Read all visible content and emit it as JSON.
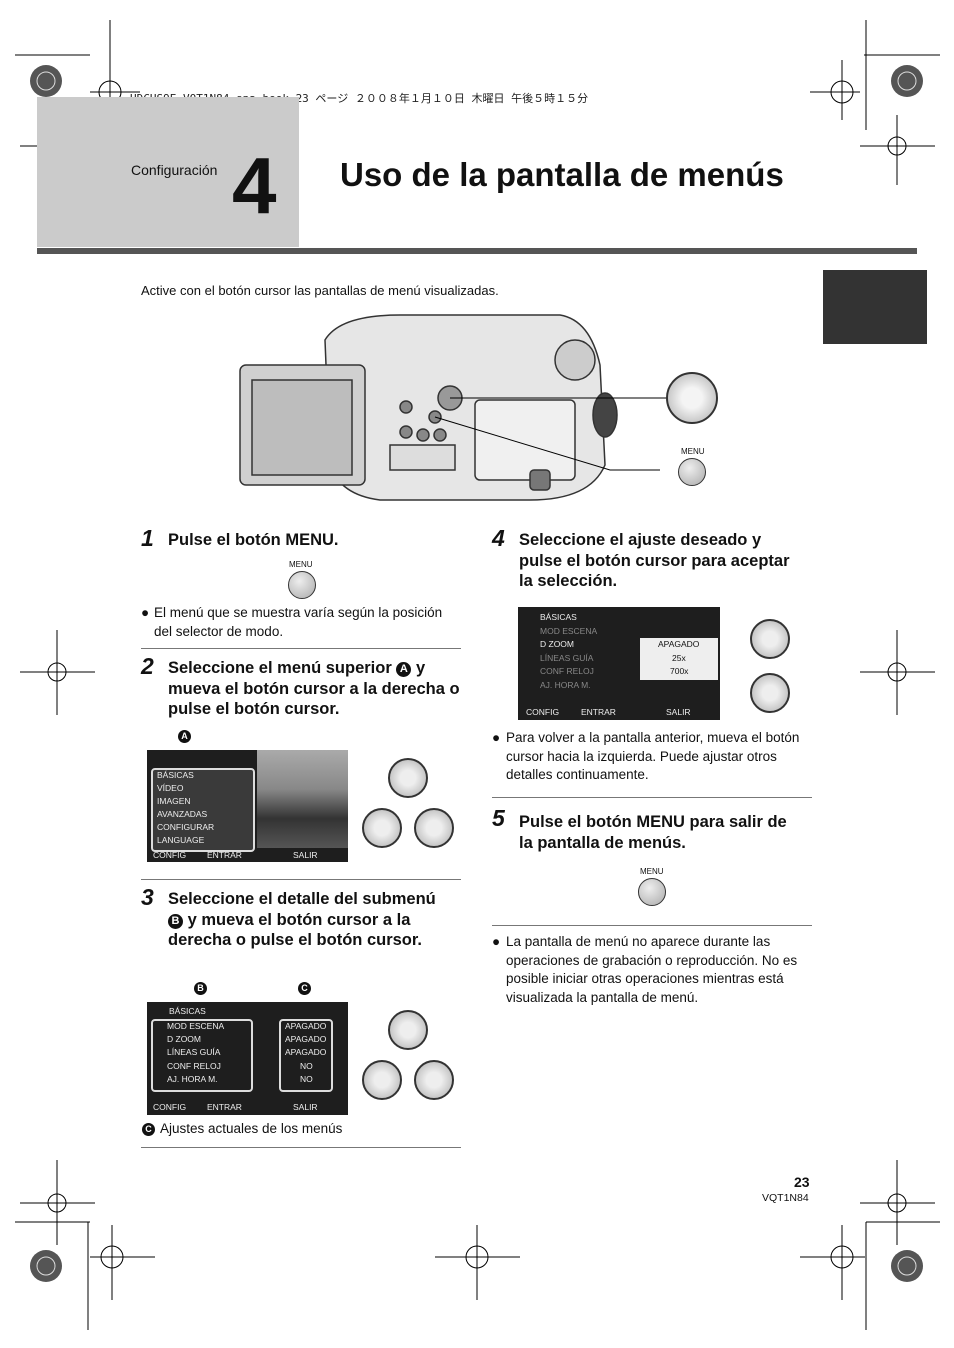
{
  "print_line": "HDCHS9E-VQT1N84_spa.book  23 ページ  ２００８年１月１０日  木曜日  午後５時１５分",
  "section_label": "Configuración",
  "chapter_number": "4",
  "title": "Uso de la pantalla de menús",
  "intro": "Active con el botón cursor las pantallas de menú visualizadas.",
  "menu_button_label": "MENU",
  "steps": [
    {
      "num": "1",
      "text": "Pulse el botón MENU."
    },
    {
      "num": "2",
      "text_a": "Seleccione el menú superior",
      "badge": "A",
      "text_b": "y mueva el botón cursor a la derecha o pulse el botón cursor."
    },
    {
      "num": "3",
      "text_a": "Seleccione el detalle del submenú",
      "badge": "B",
      "text_b": "y mueva el botón cursor a la derecha o pulse el botón cursor."
    },
    {
      "num": "4",
      "text": "Seleccione el ajuste deseado y pulse el botón cursor para aceptar la selección."
    },
    {
      "num": "5",
      "text": "Pulse el botón MENU para salir de la pantalla de menús."
    }
  ],
  "notes": {
    "step1": "El menú que se muestra varía según la posición del selector de modo.",
    "step3_badge": "C",
    "step3": "Ajustes actuales de los menús",
    "step4": "Para volver a la pantalla anterior, mueva el botón cursor hacia la izquierda. Puede ajustar otros detalles continuamente.",
    "step5": "La pantalla de menú no aparece durante las operaciones de grabación o reproducción. No es posible iniciar otras operaciones mientras está visualizada la pantalla de menú."
  },
  "screen2": {
    "items": [
      "BÁSICAS",
      "VÍDEO",
      "IMAGEN",
      "AVANZADAS",
      "CONFIGURAR",
      "LANGUAGE"
    ],
    "footer_left": "CONFIG",
    "footer_enter": "ENTRAR",
    "footer_right": "SALIR",
    "callout": "A"
  },
  "screen3": {
    "header": "BÁSICAS",
    "items": [
      "MOD ESCENA",
      "D ZOOM",
      "LÍNEAS GUÍA",
      "CONF RELOJ",
      "AJ. HORA M."
    ],
    "values": [
      "APAGADO",
      "APAGADO",
      "APAGADO",
      "NO",
      "NO"
    ],
    "footer_left": "CONFIG",
    "footer_enter": "ENTRAR",
    "footer_right": "SALIR",
    "callout_b": "B",
    "callout_c": "C"
  },
  "screen4": {
    "header": "BÁSICAS",
    "items": [
      "MOD ESCENA",
      "D ZOOM",
      "LÍNEAS GUÍA",
      "CONF RELOJ",
      "AJ. HORA M."
    ],
    "options": [
      "APAGADO",
      "25x",
      "700x"
    ],
    "footer_left": "CONFIG",
    "footer_enter": "ENTRAR",
    "footer_right": "SALIR"
  },
  "page_number": "23",
  "doc_code": "VQT1N84"
}
